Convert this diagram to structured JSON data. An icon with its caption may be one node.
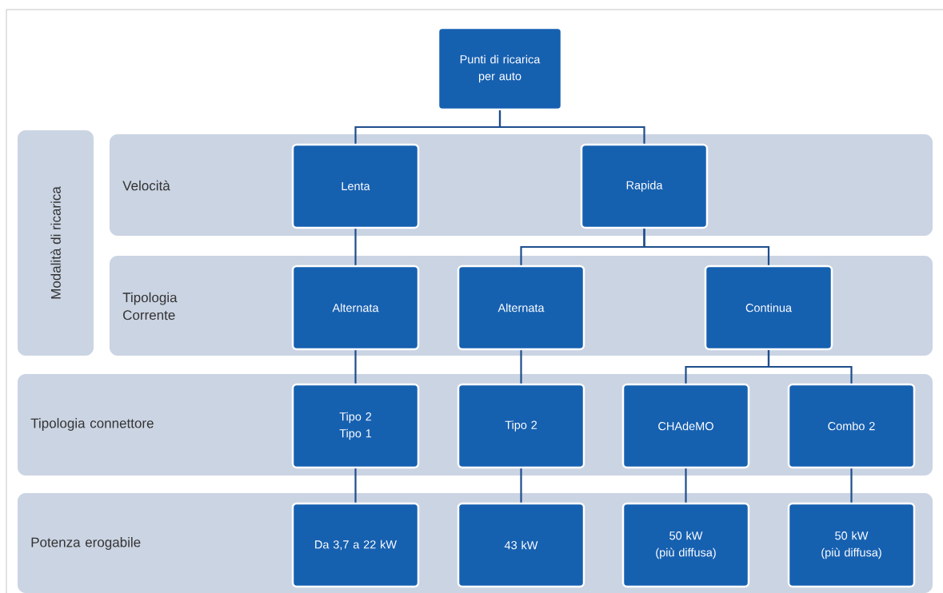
{
  "diagram": {
    "nodes": [
      {
        "text": [
          "Punti di ricarica per auto"
        ]
      },
      {
        "text": [
          "Modalità di ricarica"
        ]
      },
      {
        "text": [
          "Velocità"
        ]
      },
      {
        "text": [
          "Lenta"
        ],
        "in": 2
      },
      {
        "text": [
          "Rapida"
        ],
        "in": 2
      },
      {
        "text": [
          "Tipologia Corrente"
        ]
      },
      {
        "text": [
          "Alternata"
        ],
        "in": 5
      },
      {
        "text": [
          "Alternata"
        ],
        "in": 5
      },
      {
        "text": [
          "Continua"
        ],
        "in": 5
      },
      {
        "text": [
          "Tipologia connettore"
        ]
      },
      {
        "text": [
          "Tipo 2",
          "Tipo 1"
        ],
        "in": 9
      },
      {
        "text": [
          "Tipo 2"
        ],
        "in": 9
      },
      {
        "text": [
          "CHAdeMO"
        ],
        "in": 9
      },
      {
        "text": [
          "Combo 2"
        ],
        "in": 9
      },
      {
        "text": [
          "Potenza erogabile"
        ]
      },
      {
        "text": [
          "Da 3,7 a 22 kW"
        ],
        "in": 14
      },
      {
        "text": [
          "43 kW"
        ],
        "in": 14
      },
      {
        "text": [
          "50 kW",
          "(più diffusa)"
        ],
        "in": 14
      },
      {
        "text": [
          "50 kW",
          "(più diffusa)"
        ],
        "in": 14
      }
    ],
    "edges": [
      {
        "from": 0,
        "to": 3,
        "arrow": "none"
      },
      {
        "from": 0,
        "to": 4,
        "arrow": "none"
      },
      {
        "from": 3,
        "to": 6,
        "arrow": "none"
      },
      {
        "from": 4,
        "to": 7,
        "arrow": "none"
      },
      {
        "from": 4,
        "to": 8,
        "arrow": "none"
      },
      {
        "from": 6,
        "to": 10,
        "arrow": "none"
      },
      {
        "from": 7,
        "to": 11,
        "arrow": "none"
      },
      {
        "from": 8,
        "to": 12,
        "arrow": "none"
      },
      {
        "from": 8,
        "to": 13,
        "arrow": "none"
      },
      {
        "from": 10,
        "to": 15,
        "arrow": "none"
      },
      {
        "from": 11,
        "to": 16,
        "arrow": "none"
      },
      {
        "from": 12,
        "to": 17,
        "arrow": "none"
      },
      {
        "from": 13,
        "to": 18,
        "arrow": "none"
      }
    ]
  }
}
